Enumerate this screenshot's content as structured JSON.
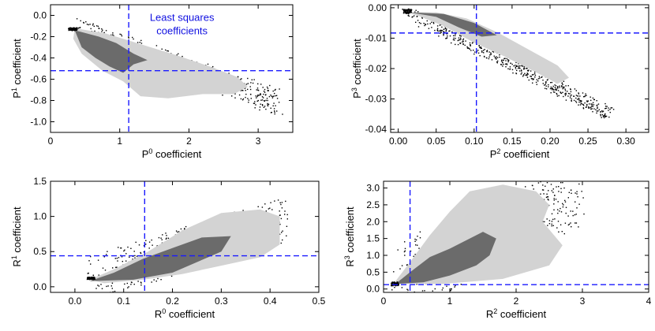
{
  "colors": {
    "outer_region": "#d3d3d3",
    "inner_region": "#6b6b6b",
    "scatter_points": "#000000",
    "reference_lines": "#1a1aff",
    "annotation_text": "#1010e0"
  },
  "chart_data": [
    {
      "id": "p0p1",
      "type": "scatter",
      "xlabel": {
        "base": "P",
        "sup": "0",
        "rest": " coefficient"
      },
      "ylabel": {
        "base": "P",
        "sup": "1",
        "rest": " coefficient"
      },
      "xlim": [
        0,
        3.5
      ],
      "ylim": [
        -1.1,
        0.1
      ],
      "xticks": [
        0,
        1,
        2,
        3
      ],
      "xtick_labels": [
        "0",
        "1",
        "2",
        "3"
      ],
      "yticks": [
        0.0,
        -0.2,
        -0.4,
        -0.6,
        -0.8,
        -1.0
      ],
      "ytick_labels": [
        "0.0",
        "-0.2",
        "-0.4",
        "-0.6",
        "-0.8",
        "-1.0"
      ],
      "reference_point": {
        "x": 1.13,
        "y": -0.52
      },
      "annotation": {
        "lines": [
          "Least squares",
          "coefficients"
        ],
        "x": 1.9,
        "y": -0.05
      },
      "outer_region": [
        [
          0.35,
          -0.12
        ],
        [
          0.8,
          -0.17
        ],
        [
          1.3,
          -0.27
        ],
        [
          1.8,
          -0.37
        ],
        [
          2.3,
          -0.48
        ],
        [
          2.7,
          -0.58
        ],
        [
          2.85,
          -0.67
        ],
        [
          2.65,
          -0.74
        ],
        [
          2.2,
          -0.74
        ],
        [
          1.7,
          -0.78
        ],
        [
          1.3,
          -0.76
        ],
        [
          1.05,
          -0.62
        ],
        [
          0.75,
          -0.52
        ],
        [
          0.45,
          -0.36
        ],
        [
          0.33,
          -0.22
        ]
      ],
      "inner_region": [
        [
          0.35,
          -0.14
        ],
        [
          0.7,
          -0.2
        ],
        [
          0.95,
          -0.26
        ],
        [
          1.2,
          -0.36
        ],
        [
          1.4,
          -0.42
        ],
        [
          1.2,
          -0.46
        ],
        [
          1.05,
          -0.54
        ],
        [
          0.85,
          -0.48
        ],
        [
          0.65,
          -0.4
        ],
        [
          0.45,
          -0.3
        ]
      ],
      "scatter_band": {
        "x_start": 0.3,
        "x_end": 3.3,
        "y_start": -0.13,
        "y_end": -0.82,
        "spread": 0.12
      }
    },
    {
      "id": "p2p3",
      "type": "scatter",
      "xlabel": {
        "base": "P",
        "sup": "2",
        "rest": " coefficient"
      },
      "ylabel": {
        "base": "P",
        "sup": "3",
        "rest": " coefficient"
      },
      "xlim": [
        -0.01,
        0.33
      ],
      "ylim": [
        -0.041,
        0.001
      ],
      "xticks": [
        0.0,
        0.05,
        0.1,
        0.15,
        0.2,
        0.25,
        0.3
      ],
      "xtick_labels": [
        "0.00",
        "0.05",
        "0.10",
        "0.15",
        "0.20",
        "0.25",
        "0.30"
      ],
      "yticks": [
        0.0,
        -0.01,
        -0.02,
        -0.03,
        -0.04
      ],
      "ytick_labels": [
        "0.00",
        "-0.01",
        "-0.02",
        "-0.03",
        "-0.04"
      ],
      "reference_point": {
        "x": 0.103,
        "y": -0.0083
      },
      "outer_region": [
        [
          0.012,
          -0.0015
        ],
        [
          0.05,
          -0.0015
        ],
        [
          0.09,
          -0.0035
        ],
        [
          0.13,
          -0.008
        ],
        [
          0.17,
          -0.0135
        ],
        [
          0.21,
          -0.019
        ],
        [
          0.225,
          -0.023
        ],
        [
          0.21,
          -0.025
        ],
        [
          0.18,
          -0.021
        ],
        [
          0.14,
          -0.016
        ],
        [
          0.1,
          -0.0115
        ],
        [
          0.06,
          -0.006
        ],
        [
          0.03,
          -0.003
        ]
      ],
      "inner_region": [
        [
          0.015,
          -0.0015
        ],
        [
          0.06,
          -0.002
        ],
        [
          0.1,
          -0.005
        ],
        [
          0.13,
          -0.009
        ],
        [
          0.11,
          -0.0095
        ],
        [
          0.08,
          -0.0065
        ],
        [
          0.05,
          -0.003
        ]
      ],
      "scatter_band": {
        "x_start": 0.01,
        "x_end": 0.28,
        "y_start": -0.0012,
        "y_end": -0.035,
        "spread": 0.0022
      }
    },
    {
      "id": "r0r1",
      "type": "scatter",
      "xlabel": {
        "base": "R",
        "sup": "0",
        "rest": " coefficient"
      },
      "ylabel": {
        "base": "R",
        "sup": "1",
        "rest": " coefficient"
      },
      "xlim": [
        -0.05,
        0.5
      ],
      "ylim": [
        -0.08,
        1.5
      ],
      "xticks": [
        0.0,
        0.1,
        0.2,
        0.3,
        0.4,
        0.5
      ],
      "xtick_labels": [
        "0.0",
        "0.1",
        "0.2",
        "0.3",
        "0.4",
        "0.5"
      ],
      "yticks": [
        0.0,
        0.5,
        1.0,
        1.5
      ],
      "ytick_labels": [
        "0.0",
        "0.5",
        "1.0",
        "1.5"
      ],
      "reference_point": {
        "x": 0.143,
        "y": 0.44
      },
      "outer_region": [
        [
          0.03,
          0.1
        ],
        [
          0.08,
          0.25
        ],
        [
          0.15,
          0.5
        ],
        [
          0.22,
          0.8
        ],
        [
          0.3,
          1.05
        ],
        [
          0.38,
          1.1
        ],
        [
          0.42,
          1.0
        ],
        [
          0.42,
          0.6
        ],
        [
          0.38,
          0.42
        ],
        [
          0.3,
          0.3
        ],
        [
          0.22,
          0.18
        ],
        [
          0.14,
          0.1
        ],
        [
          0.06,
          0.05
        ]
      ],
      "inner_region": [
        [
          0.03,
          0.08
        ],
        [
          0.08,
          0.2
        ],
        [
          0.14,
          0.4
        ],
        [
          0.2,
          0.55
        ],
        [
          0.26,
          0.7
        ],
        [
          0.32,
          0.72
        ],
        [
          0.3,
          0.5
        ],
        [
          0.25,
          0.35
        ],
        [
          0.2,
          0.2
        ],
        [
          0.12,
          0.1
        ]
      ],
      "scatter_band": {
        "x_start": 0.03,
        "x_end": 0.43,
        "y_start": 0.12,
        "y_end": 0.95,
        "spread": 0.32
      }
    },
    {
      "id": "r2r3",
      "type": "scatter",
      "xlabel": {
        "base": "R",
        "sup": "2",
        "rest": " coefficient"
      },
      "ylabel": {
        "base": "R",
        "sup": "3",
        "rest": " coefficient"
      },
      "xlim": [
        0,
        4
      ],
      "ylim": [
        -0.1,
        3.2
      ],
      "xticks": [
        0,
        1,
        2,
        3,
        4
      ],
      "xtick_labels": [
        "0",
        "1",
        "2",
        "3",
        "4"
      ],
      "yticks": [
        0.0,
        0.5,
        1.0,
        1.5,
        2.0,
        2.5,
        3.0
      ],
      "ytick_labels": [
        "0.0",
        "0.5",
        "1.0",
        "1.5",
        "2.0",
        "2.5",
        "3.0"
      ],
      "reference_point": {
        "x": 0.4,
        "y": 0.13
      },
      "outer_region": [
        [
          0.15,
          0.15
        ],
        [
          0.4,
          0.8
        ],
        [
          0.7,
          1.6
        ],
        [
          1.0,
          2.3
        ],
        [
          1.3,
          2.9
        ],
        [
          1.8,
          3.1
        ],
        [
          2.3,
          2.9
        ],
        [
          2.5,
          2.5
        ],
        [
          2.4,
          2.0
        ],
        [
          2.7,
          1.3
        ],
        [
          2.5,
          0.7
        ],
        [
          1.8,
          0.3
        ],
        [
          0.9,
          0.15
        ]
      ],
      "inner_region": [
        [
          0.18,
          0.15
        ],
        [
          0.4,
          0.5
        ],
        [
          0.7,
          0.95
        ],
        [
          1.0,
          1.2
        ],
        [
          1.5,
          1.7
        ],
        [
          1.7,
          1.5
        ],
        [
          1.6,
          1.0
        ],
        [
          1.4,
          0.7
        ],
        [
          1.0,
          0.4
        ],
        [
          0.6,
          0.2
        ]
      ],
      "scatter_band": {
        "x_start": 0.15,
        "x_end": 3.0,
        "y_start": 0.15,
        "y_end": 3.0,
        "spread": 1.1
      }
    }
  ]
}
